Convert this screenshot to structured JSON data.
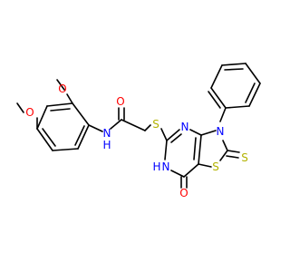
{
  "colors": {
    "bond": "#000000",
    "oxygen": "#ff0000",
    "nitrogen": "#0000ff",
    "sulfur": "#b2b200",
    "carbon": "#000000"
  },
  "atoms": {
    "o_methoxy_top": "O",
    "o_methoxy_left": "O",
    "nh_amide": "N",
    "nh_amide_h": "H",
    "o_amide": "O",
    "s_thioether": "S",
    "n_pyrimidine": "N",
    "n_thiazole": "N",
    "nh_ring": "N",
    "nh_ring_h": "H",
    "o_keto": "O",
    "s_thiazole": "S",
    "s_thione": "S"
  }
}
